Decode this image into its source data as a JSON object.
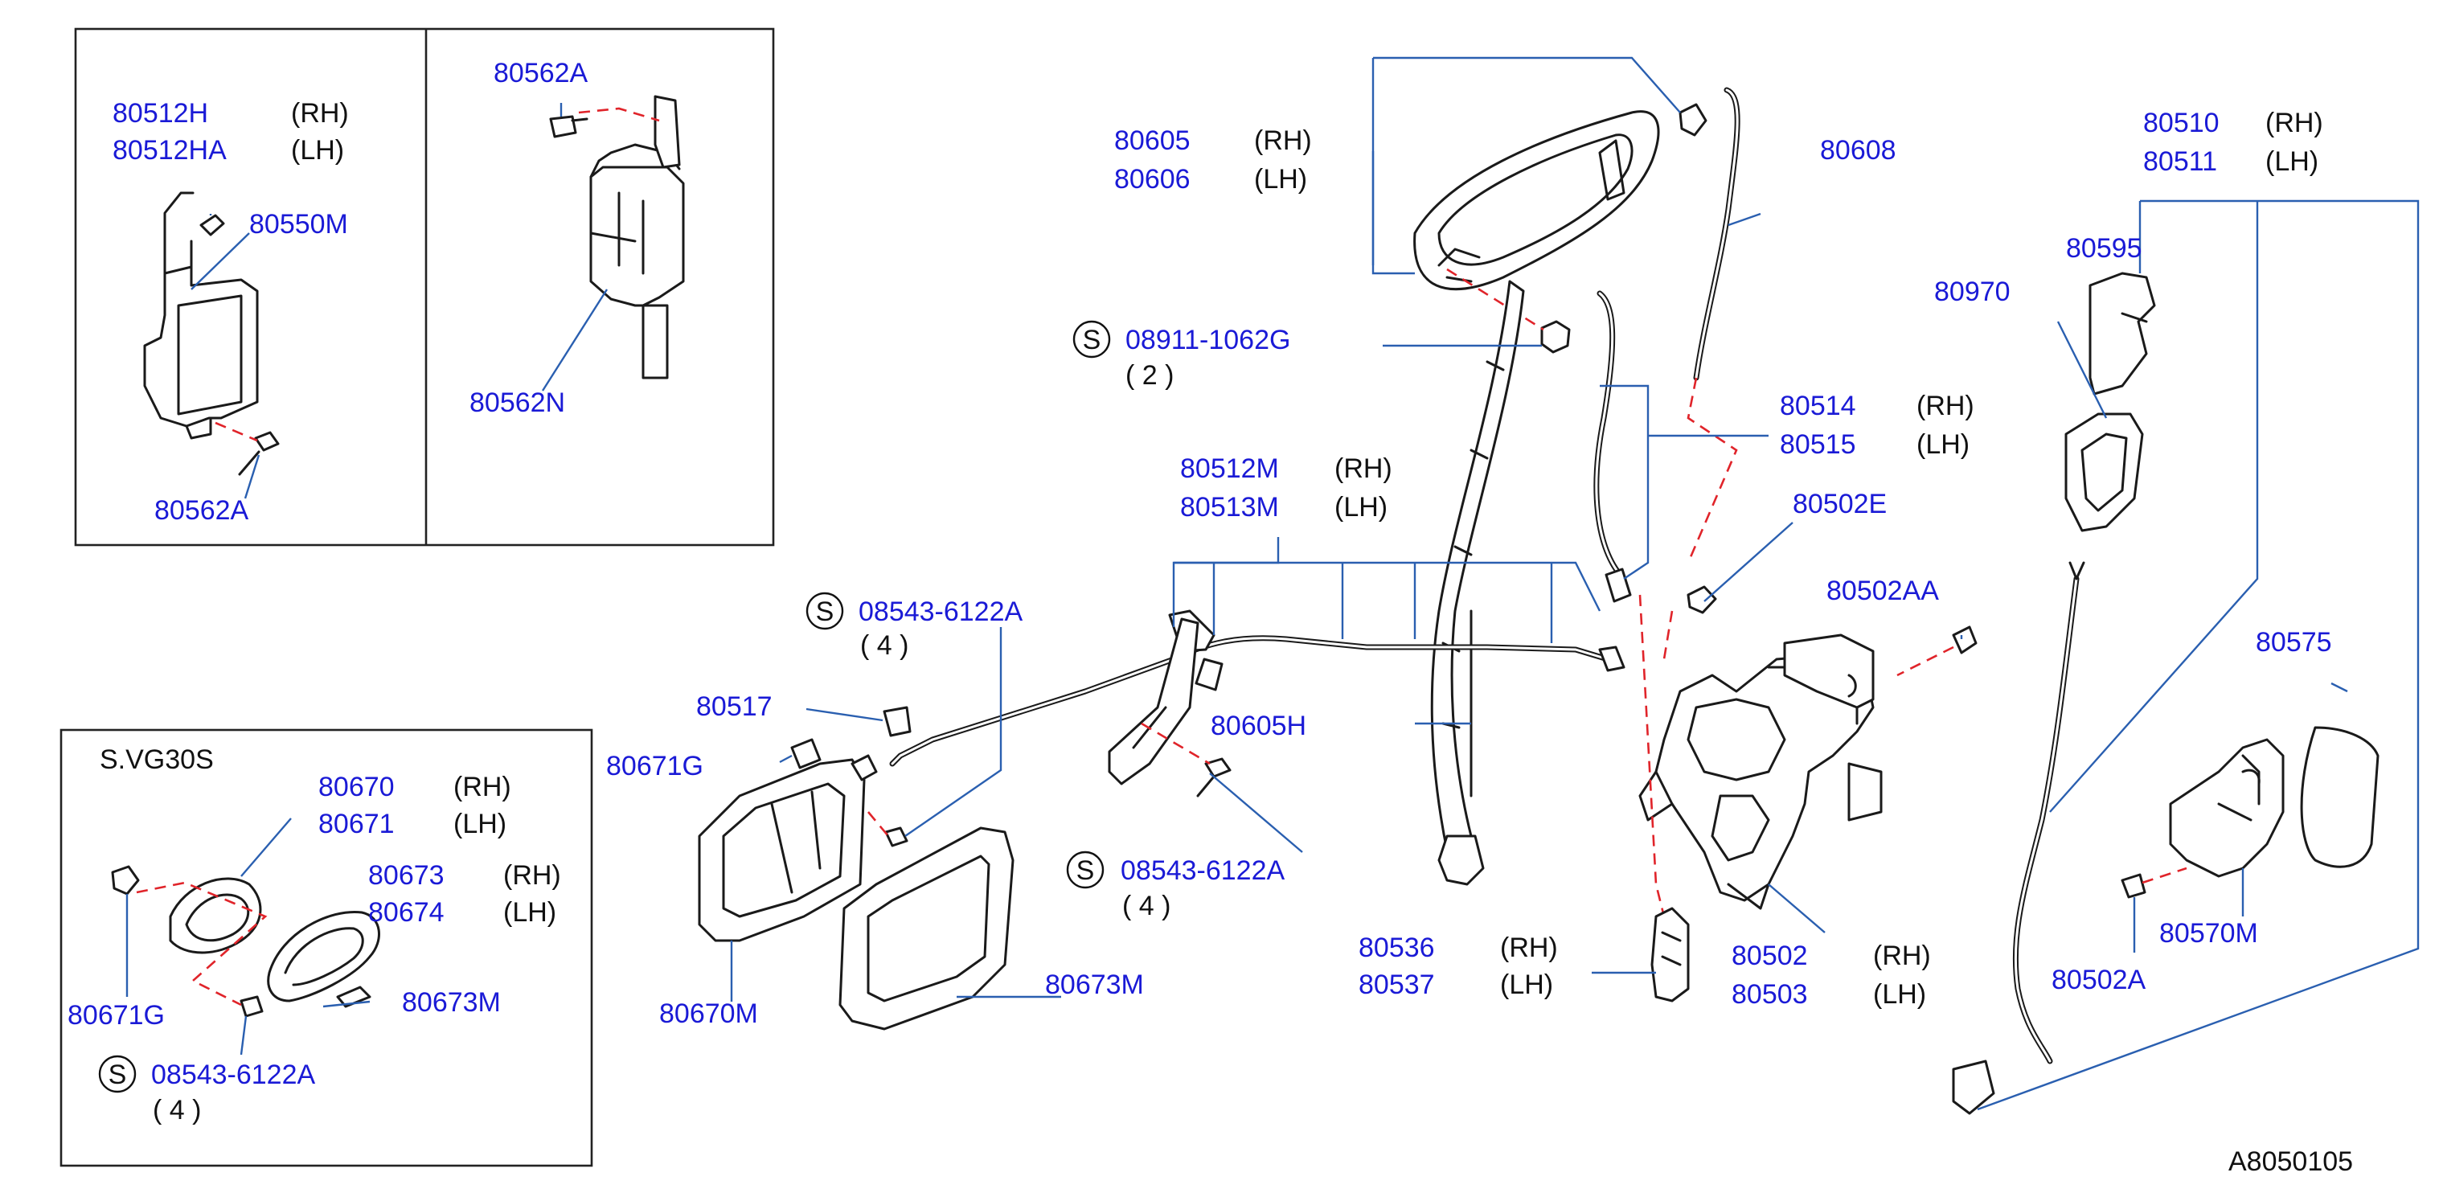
{
  "colors": {
    "part_number": "#1a1ad6",
    "side_label": "#111111",
    "leader_line": "#2a5fb0",
    "dashed_guide": "#e0242a",
    "outline": "#1a1a1a"
  },
  "icons": {
    "standard_part_marker": "circled-S-icon"
  },
  "diagram_id": "A8050105",
  "insets": {
    "actuator_inset": {
      "labels": {
        "p80512H": "80512H",
        "p80512H_side": "(RH)",
        "p80512HA": "80512HA",
        "p80512HA_side": "(LH)",
        "p80550M": "80550M",
        "p80562A_bottom": "80562A"
      }
    },
    "lock_knob_inset": {
      "labels": {
        "p80562A_top": "80562A",
        "p80562N": "80562N"
      }
    },
    "vg30s_inset": {
      "title": "S.VG30S",
      "labels": {
        "p80670": "80670",
        "p80670_side": "(RH)",
        "p80671": "80671",
        "p80671_side": "(LH)",
        "p80673": "80673",
        "p80673_side": "(RH)",
        "p80674": "80674",
        "p80674_side": "(LH)",
        "p80671G": "80671G",
        "p80673M": "80673M",
        "screw_code": "08543-6122A",
        "screw_qty": "( 4 )",
        "s_marker": "S"
      }
    }
  },
  "main": {
    "labels": {
      "p80605": "80605",
      "p80605_side": "(RH)",
      "p80606": "80606",
      "p80606_side": "(LH)",
      "p80608": "80608",
      "bolt_code": "08911-1062G",
      "bolt_qty": "( 2 )",
      "p80512M": "80512M",
      "p80512M_side": "(RH)",
      "p80513M": "80513M",
      "p80513M_side": "(LH)",
      "p80514": "80514",
      "p80514_side": "(RH)",
      "p80515": "80515",
      "p80515_side": "(LH)",
      "p80502E": "80502E",
      "p80502AA": "80502AA",
      "screw_code_a": "08543-6122A",
      "screw_qty_a": "( 4 )",
      "p80517": "80517",
      "p80671G": "80671G",
      "p80605H": "80605H",
      "screw_code_b": "08543-6122A",
      "screw_qty_b": "( 4 )",
      "p80670M": "80670M",
      "p80673M": "80673M",
      "p80536": "80536",
      "p80536_side": "(RH)",
      "p80537": "80537",
      "p80537_side": "(LH)",
      "p80502": "80502",
      "p80502_side": "(RH)",
      "p80503": "80503",
      "p80503_side": "(LH)",
      "p80510": "80510",
      "p80510_side": "(RH)",
      "p80511": "80511",
      "p80511_side": "(LH)",
      "p80595": "80595",
      "p80970": "80970",
      "p80575": "80575",
      "p80570M": "80570M",
      "p80502A": "80502A",
      "s_marker": "S"
    }
  }
}
